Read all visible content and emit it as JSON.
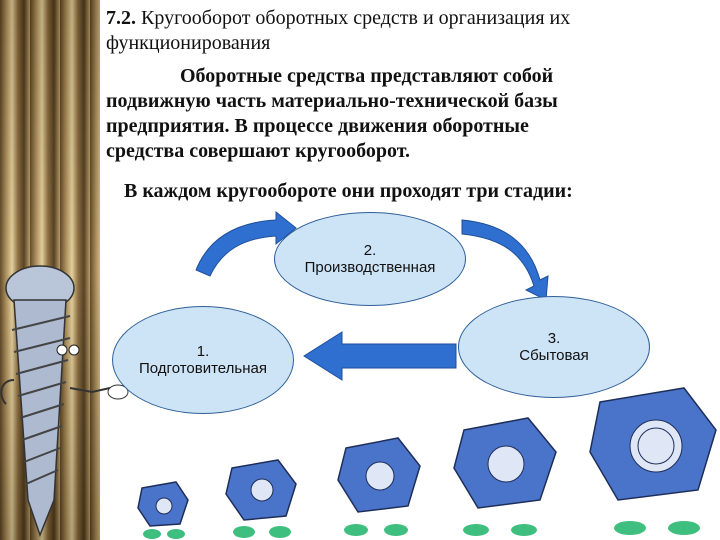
{
  "heading": {
    "number": "7.2.",
    "text": " Кругооборот оборотных средств и организация их функционирования"
  },
  "paragraph": {
    "line1": "Оборотные средства представляют собой",
    "line2": "подвижную часть материально-технической базы",
    "line3": "предприятия. В процессе движения оборотные",
    "line4": "средства совершают кругооборот."
  },
  "stages_intro": "В каждом кругообороте они проходят три стадии:",
  "stages": [
    {
      "number": "1.",
      "name": "Подготовительная"
    },
    {
      "number": "2.",
      "name": "Производственная"
    },
    {
      "number": "3.",
      "name": "Сбытовая"
    }
  ],
  "colors": {
    "oval_fill": "#cde3f6",
    "oval_border": "#2f5f99",
    "arrow_fill": "#2f6fd0",
    "nut_fill": "#4a74c9",
    "shoe_fill": "#3fbf7f",
    "stripe": "#a98a55"
  },
  "decorations": [
    "screw-character-icon",
    "nut-character-icons"
  ]
}
